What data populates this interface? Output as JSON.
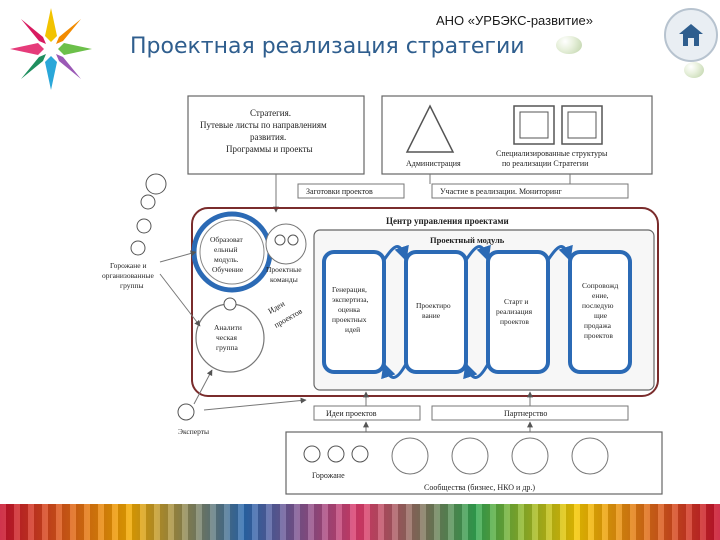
{
  "header": {
    "org": "АНО «УРБЭКС-развитие»",
    "title": "Проектная реализация стратегии"
  },
  "diagram": {
    "strategy_box": [
      "Стратегия.",
      "Путевые листы по направлениям",
      "развития.",
      "Программы и проекты"
    ],
    "administration": "Администрация",
    "specialized": [
      "Специализированные структуры",
      "по реализации Стратегии"
    ],
    "project_drafts": "Заготовки проектов",
    "participation": "Участие в реализации. Мониторинг",
    "pmc_title": "Центр управления проектами",
    "project_module": "Проектный модуль",
    "edu_module": [
      "Образоват",
      "ельный",
      "модуль.",
      "Обучение"
    ],
    "project_teams": [
      "Проектные",
      "команды"
    ],
    "ideas_arc": [
      "Идеи",
      "проектов"
    ],
    "analytic_group": [
      "Аналити",
      "ческая",
      "группа"
    ],
    "citizens_groups": [
      "Горожане и",
      "организованные",
      "группы"
    ],
    "experts": "Эксперты",
    "stage1": [
      "Генерация,",
      "экспертиза,",
      "оценка",
      "проектных",
      "идей"
    ],
    "stage2": [
      "Проектиро",
      "вание"
    ],
    "stage3": [
      "Старт и",
      "реализация",
      "проектов"
    ],
    "stage4": [
      "Сопровожд",
      "ение,",
      "последую",
      "щие",
      "продажа",
      "проектов"
    ],
    "project_ideas": "Идеи проектов",
    "partnership": "Партнерство",
    "citizens": "Горожане",
    "community": "Сообщества (бизнес, НКО и др.)"
  }
}
